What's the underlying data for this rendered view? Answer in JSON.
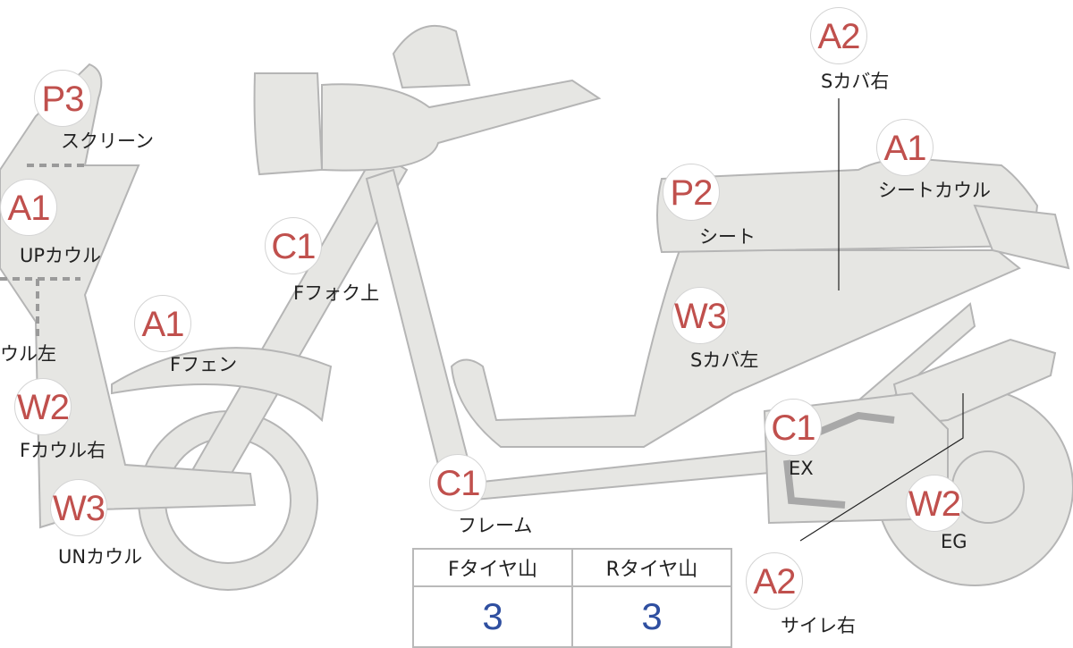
{
  "markers": [
    {
      "code": "P3",
      "label": "スクリーン"
    },
    {
      "code": "A1",
      "label": "UPカウル"
    },
    {
      "code": "",
      "label": "ウル左"
    },
    {
      "code": "W2",
      "label": "Fカウル右"
    },
    {
      "code": "W3",
      "label": "UNカウル"
    },
    {
      "code": "A1",
      "label": "Fフェン"
    },
    {
      "code": "C1",
      "label": "Fフォク上"
    },
    {
      "code": "C1",
      "label": "フレーム"
    },
    {
      "code": "A2",
      "label": "Sカバ右"
    },
    {
      "code": "A1",
      "label": "シートカウル"
    },
    {
      "code": "P2",
      "label": "シート"
    },
    {
      "code": "W3",
      "label": "Sカバ左"
    },
    {
      "code": "C1",
      "label": "EX"
    },
    {
      "code": "W2",
      "label": "EG"
    },
    {
      "code": "A2",
      "label": "サイレ右"
    }
  ],
  "tire_table": {
    "headers": [
      "Fタイヤ山",
      "Rタイヤ山"
    ],
    "values": [
      "3",
      "3"
    ]
  },
  "colors": {
    "code": "#c0504d",
    "value": "#2f4fa0",
    "body": "#e6e6e3"
  }
}
